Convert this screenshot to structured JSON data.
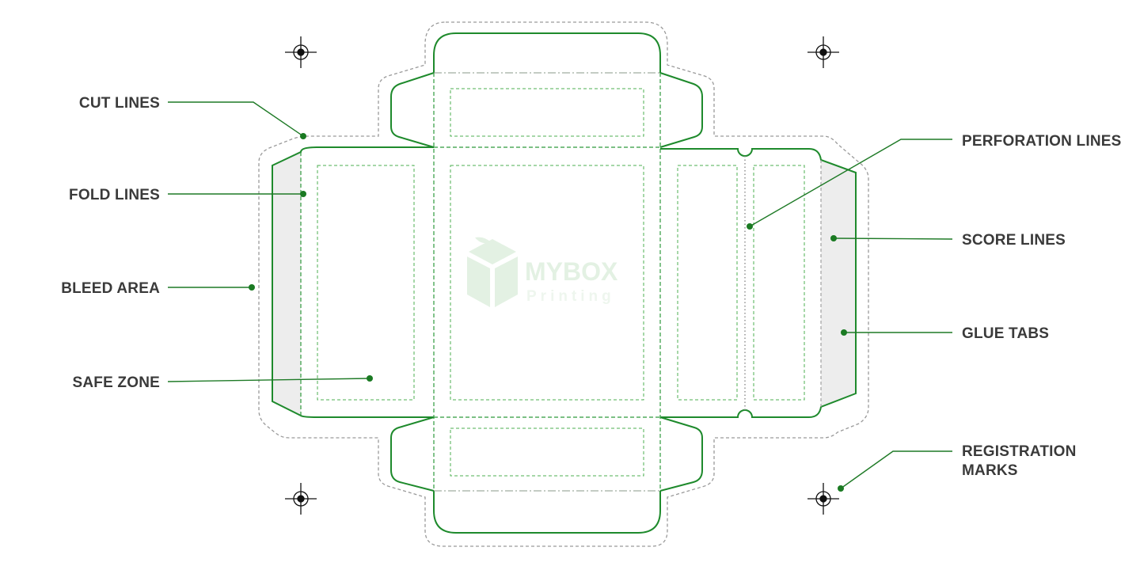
{
  "colors": {
    "cut": "#1e8a2c",
    "fold": "#2e9a3c",
    "safe": "#4caf50",
    "bleed": "#9a9a9a",
    "glue": "#ededed",
    "leader": "#1e7a26",
    "text": "#3a3a3a",
    "reg": "#111111",
    "watermark": "#e3f1e3"
  },
  "labels": {
    "cut_lines": "CUT LINES",
    "fold_lines": "FOLD LINES",
    "bleed_area": "BLEED AREA",
    "safe_zone": "SAFE ZONE",
    "perforation_lines": "PERFORATION LINES",
    "score_lines": "SCORE LINES",
    "glue_tabs": "GLUE TABS",
    "registration_marks_1": "REGISTRATION",
    "registration_marks_2": "MARKS"
  },
  "watermark": {
    "brand": "MYBOX",
    "sub": "Printing",
    "icon": "cube-logo-icon"
  }
}
